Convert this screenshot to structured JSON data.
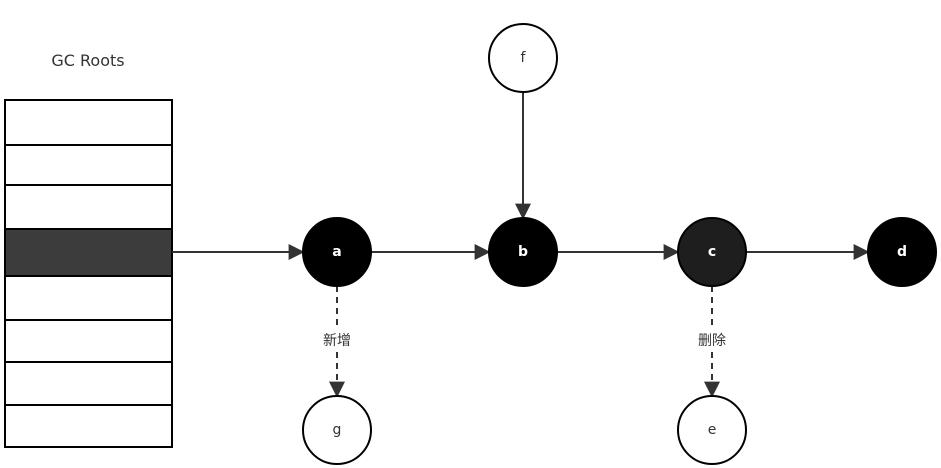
{
  "gc_roots": {
    "title": "GC Roots",
    "slot_count": 8,
    "highlighted_slot": 3
  },
  "nodes": [
    {
      "id": "a",
      "label": "a",
      "color": "black"
    },
    {
      "id": "b",
      "label": "b",
      "color": "black"
    },
    {
      "id": "c",
      "label": "c",
      "color": "black"
    },
    {
      "id": "d",
      "label": "d",
      "color": "black"
    },
    {
      "id": "f",
      "label": "f",
      "color": "white"
    },
    {
      "id": "g",
      "label": "g",
      "color": "white"
    },
    {
      "id": "e",
      "label": "e",
      "color": "white"
    }
  ],
  "edges": [
    {
      "from": "roots",
      "to": "a",
      "style": "solid",
      "label": ""
    },
    {
      "from": "a",
      "to": "b",
      "style": "solid",
      "label": ""
    },
    {
      "from": "b",
      "to": "c",
      "style": "solid",
      "label": ""
    },
    {
      "from": "c",
      "to": "d",
      "style": "solid",
      "label": ""
    },
    {
      "from": "f",
      "to": "b",
      "style": "solid",
      "label": ""
    },
    {
      "from": "a",
      "to": "g",
      "style": "dashed",
      "label": "新增"
    },
    {
      "from": "c",
      "to": "e",
      "style": "dashed",
      "label": "删除"
    }
  ],
  "colors": {
    "black_fill": "#000000",
    "dark_grey_fill": "#1e1e1e",
    "white_fill": "#ffffff",
    "slot_highlight": "#3c3c3c",
    "line": "#333333"
  }
}
